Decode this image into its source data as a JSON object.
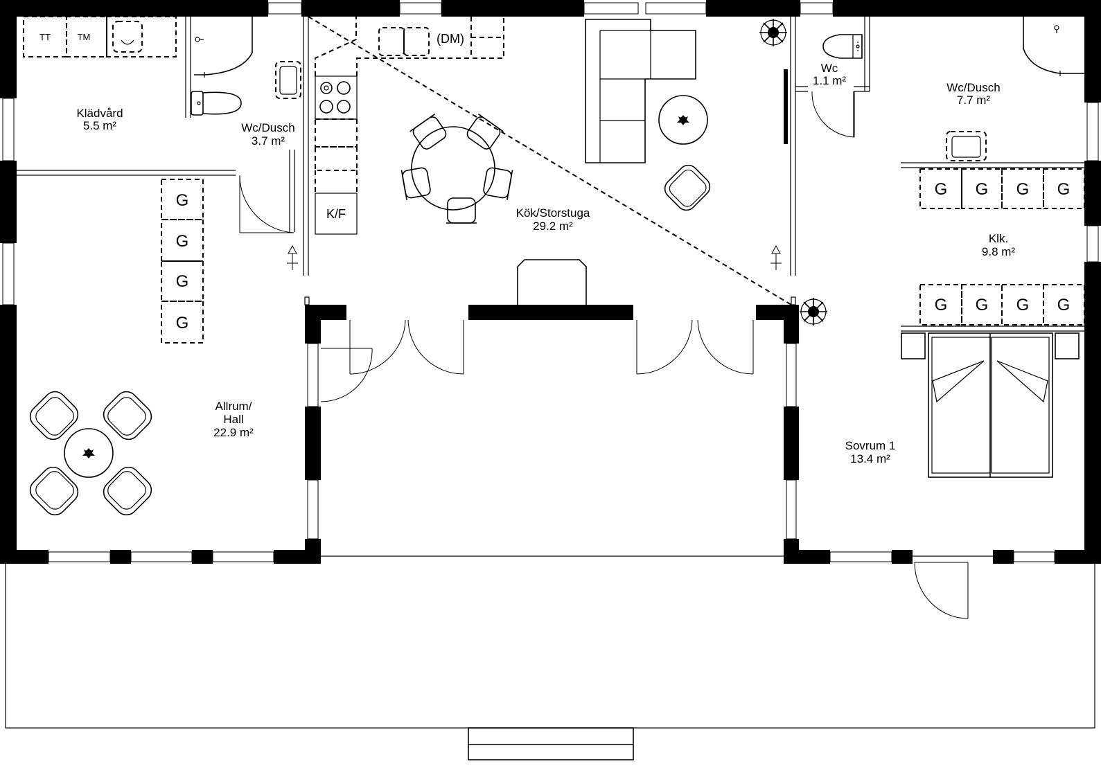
{
  "rooms": {
    "kladvard": {
      "name": "Klädvård",
      "area": "5.5 m²"
    },
    "wcdusch1": {
      "name": "Wc/Dusch",
      "area": "3.7 m²"
    },
    "kok": {
      "name": "Kök/Storstuga",
      "area": "29.2 m²"
    },
    "wc": {
      "name": "Wc",
      "area": "1.1 m²"
    },
    "wcdusch2": {
      "name": "Wc/Dusch",
      "area": "7.7 m²"
    },
    "klk": {
      "name": "Klk.",
      "area": "9.8 m²"
    },
    "allrum": {
      "name1": "Allrum/",
      "name2": "Hall",
      "area": "22.9 m²"
    },
    "sovrum": {
      "name": "Sovrum 1",
      "area": "13.4 m²"
    }
  },
  "appliances": {
    "tt": "TT",
    "tm": "TM",
    "dm": "(DM)",
    "kf": "K/F",
    "g": "G"
  },
  "colors": {
    "line": "#000000",
    "background": "#ffffff"
  }
}
